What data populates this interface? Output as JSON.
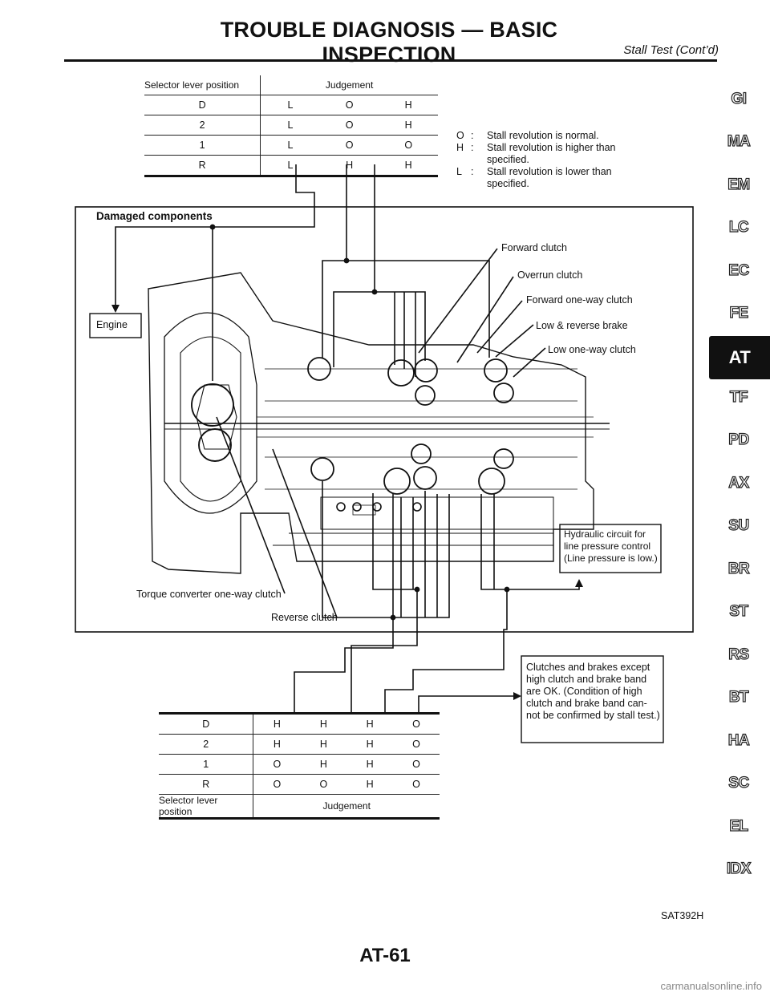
{
  "header": {
    "title": "TROUBLE DIAGNOSIS — BASIC INSPECTION",
    "subtitle": "Stall Test (Cont’d)"
  },
  "top_table": {
    "position_header": "Selector lever position",
    "judgement_header": "Judgement",
    "rows": [
      {
        "pos": "D",
        "j1": "L",
        "j2": "O",
        "j3": "H"
      },
      {
        "pos": "2",
        "j1": "L",
        "j2": "O",
        "j3": "H"
      },
      {
        "pos": "1",
        "j1": "L",
        "j2": "O",
        "j3": "O"
      },
      {
        "pos": "R",
        "j1": "L",
        "j2": "H",
        "j3": "H"
      }
    ]
  },
  "legend": [
    {
      "symbol": "O",
      "text": "Stall revolution is normal."
    },
    {
      "symbol": "H",
      "text": "Stall revolution is higher than specified."
    },
    {
      "symbol": "L",
      "text": "Stall revolution is lower than specified."
    }
  ],
  "diagram": {
    "damaged_components_label": "Damaged components",
    "engine_label": "Engine",
    "components": {
      "forward_clutch": "Forward clutch",
      "overrun_clutch": "Overrun clutch",
      "forward_one_way_clutch": "Forward one-way clutch",
      "low_reverse_brake": "Low & reverse brake",
      "low_one_way_clutch": "Low one-way clutch",
      "torque_converter_one_way_clutch": "Torque converter one-way clutch",
      "reverse_clutch": "Reverse clutch"
    },
    "hydraulic_box": "Hydraulic circuit for line pressure control (Line pressure is low.)",
    "clutches_box": "Clutches and brakes except high clutch and brake band are OK. (Condition of high clutch and brake band can-not be confirmed by stall test.)"
  },
  "bottom_table": {
    "position_header": "Selector lever position",
    "judgement_header": "Judgement",
    "rows": [
      {
        "pos": "D",
        "j1": "H",
        "j2": "H",
        "j3": "H",
        "j4": "O"
      },
      {
        "pos": "2",
        "j1": "H",
        "j2": "H",
        "j3": "H",
        "j4": "O"
      },
      {
        "pos": "1",
        "j1": "O",
        "j2": "H",
        "j3": "H",
        "j4": "O"
      },
      {
        "pos": "R",
        "j1": "O",
        "j2": "O",
        "j3": "H",
        "j4": "O"
      }
    ]
  },
  "sidebar": {
    "tabs": [
      "GI",
      "MA",
      "EM",
      "LC",
      "EC",
      "FE",
      "AT",
      "TF",
      "PD",
      "AX",
      "SU",
      "BR",
      "ST",
      "RS",
      "BT",
      "HA",
      "SC",
      "EL",
      "IDX"
    ],
    "active": "AT"
  },
  "figure_id": "SAT392H",
  "page_number": "AT-61",
  "footer_url": "carmanualsonline.info"
}
